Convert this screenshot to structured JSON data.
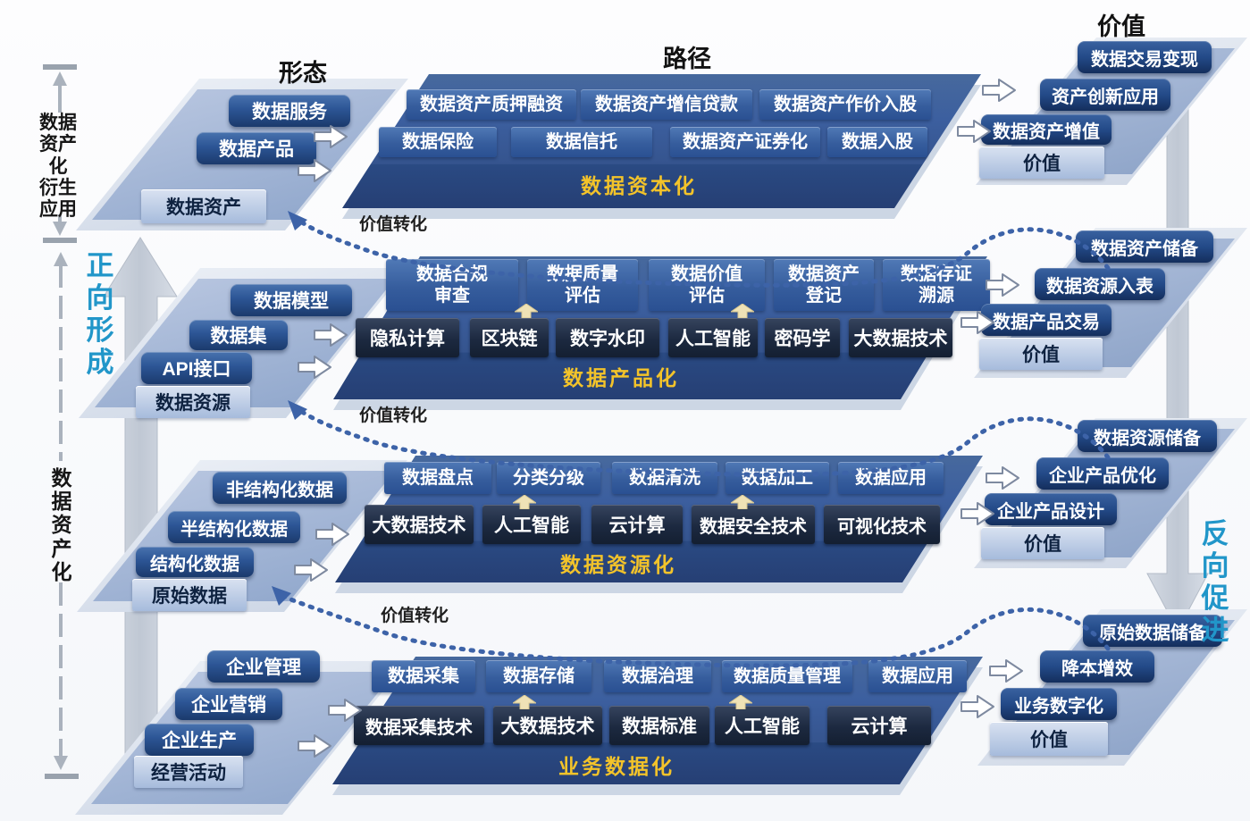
{
  "headers": {
    "form": "形态",
    "path": "路径",
    "value": "价值"
  },
  "rails": {
    "left_top_bracket": "数据\n资产\n化\n衍生\n应用",
    "left_bottom_bracket": "数据资产化",
    "forward": "正向形成",
    "backward": "反向促进"
  },
  "value_transfer_label": "价值转化",
  "tiers": [
    {
      "left_stack": [
        "数据服务",
        "数据产品"
      ],
      "left_base": "数据资产",
      "process_top": [
        "数据资产质押融资",
        "数据资产增信贷款",
        "数据资产作价入股"
      ],
      "process_bottom": [
        "数据保险",
        "数据信托",
        "数据资产证券化",
        "数据入股"
      ],
      "banner": "数据资本化",
      "right_stack": [
        "数据交易变现",
        "资产创新应用",
        "数据资产增值"
      ],
      "right_base": "价值"
    },
    {
      "left_stack": [
        "数据模型",
        "数据集",
        "API接口"
      ],
      "left_base": "数据资源",
      "process_top": [
        "数据合规\n审查",
        "数据质量\n评估",
        "数据价值\n评估",
        "数据资产\n登记",
        "数据存证\n溯源"
      ],
      "process_bottom": [
        "隐私计算",
        "区块链",
        "数字水印",
        "人工智能",
        "密码学",
        "大数据技术"
      ],
      "banner": "数据产品化",
      "right_stack": [
        "数据资产储备",
        "数据资源入表",
        "数据产品交易"
      ],
      "right_base": "价值"
    },
    {
      "left_stack": [
        "非结构化数据",
        "半结构化数据",
        "结构化数据"
      ],
      "left_base": "原始数据",
      "process_top": [
        "数据盘点",
        "分类分级",
        "数据清洗",
        "数据加工",
        "数据应用"
      ],
      "process_bottom": [
        "大数据技术",
        "人工智能",
        "云计算",
        "数据安全技术",
        "可视化技术"
      ],
      "banner": "数据资源化",
      "right_stack": [
        "数据资源储备",
        "企业产品优化",
        "企业产品设计"
      ],
      "right_base": "价值"
    },
    {
      "left_stack": [
        "企业管理",
        "企业营销",
        "企业生产"
      ],
      "left_base": "经营活动",
      "process_top": [
        "数据采集",
        "数据存储",
        "数据治理",
        "数据质量管理",
        "数据应用"
      ],
      "process_bottom": [
        "数据采集技术",
        "大数据技术",
        "数据标准",
        "人工智能",
        "云计算"
      ],
      "banner": "业务数据化",
      "right_stack": [
        "原始数据储备",
        "降本增效",
        "业务数字化"
      ],
      "right_base": "价值"
    }
  ],
  "colors": {
    "banner_text": "#f3c32a",
    "rail_blue": "#2196c9",
    "platform_blue": "#3c5f9f",
    "platform_front": "#2a4a83",
    "dark_box": "#1c2940",
    "stack_navy": "#2c5595",
    "base_step": "#a6bbdc",
    "dotted_line": "#3d63a8",
    "gray_arrow": "#c7cdd8"
  }
}
